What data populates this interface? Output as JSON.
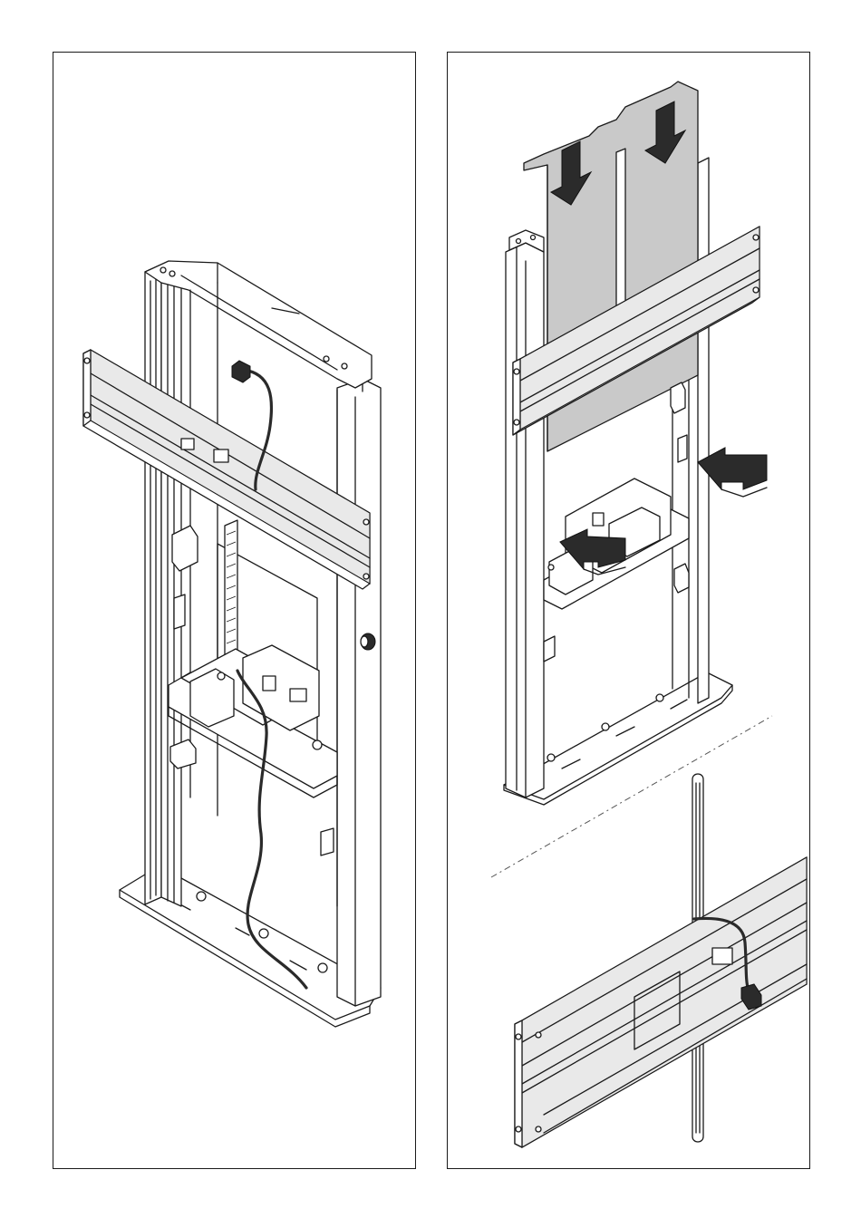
{
  "page": {
    "panels": [
      {
        "id": "left",
        "description_key": "assembled-frame-with-cable"
      },
      {
        "id": "right",
        "description_key": "insert-cover-plate-and-cable-detail"
      }
    ]
  },
  "icons": {
    "arrow": "push-arrow-icon",
    "connector": "power-connector-icon",
    "screw": "screw-icon"
  },
  "colors": {
    "line": "#1a1a1a",
    "plate_fill": "#c9c9c9",
    "arrow_fill": "#2b2b2b"
  }
}
